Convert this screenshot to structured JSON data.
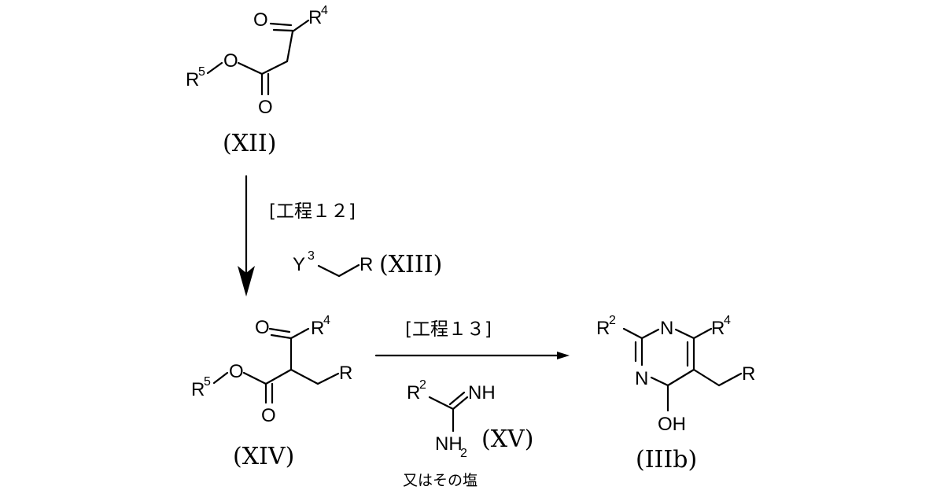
{
  "compound_xii": {
    "label": "(XII)",
    "r4": "R",
    "r4_sup": "4",
    "r5": "R",
    "r5_sup": "5",
    "o_ketone": "O",
    "o_ester": "O",
    "o_carbonyl": "O"
  },
  "step_12": {
    "label": "[工程１２]",
    "reagent_y": "Y",
    "reagent_y_sup": "3",
    "reagent_r": "R",
    "reagent_label": "(XIII)"
  },
  "compound_xiv": {
    "label": "(XIV)",
    "r4": "R",
    "r4_sup": "4",
    "r5": "R",
    "r5_sup": "5",
    "r": "R",
    "o_ketone": "O",
    "o_ester": "O",
    "o_carbonyl": "O"
  },
  "step_13": {
    "label": "[工程１３]",
    "amidine_r2": "R",
    "amidine_r2_sup": "2",
    "amidine_nh": "NH",
    "amidine_nh2": "NH",
    "amidine_nh2_sub": "2",
    "amidine_label": "(XV)",
    "salt_note": "又はその塩"
  },
  "compound_iiib": {
    "label": "(IIIb)",
    "r2": "R",
    "r2_sup": "2",
    "r4": "R",
    "r4_sup": "4",
    "n_top": "N",
    "n_left": "N",
    "r": "R",
    "oh": "OH"
  }
}
